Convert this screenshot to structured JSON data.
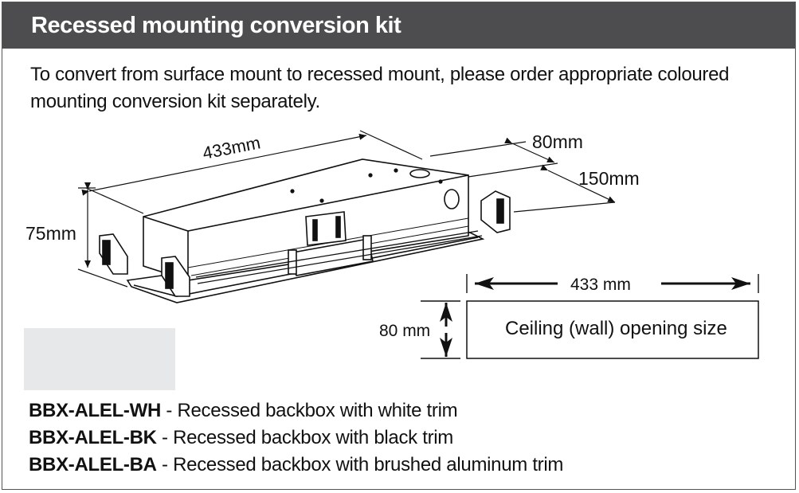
{
  "header": {
    "title": "Recessed mounting conversion kit"
  },
  "intro": {
    "text": "To convert from surface mount to recessed mount, please order appropriate coloured mounting conversion kit separately."
  },
  "diagram": {
    "length_label": "433mm",
    "height_label": "75mm",
    "depth_label": "80mm",
    "width_label": "150mm"
  },
  "opening": {
    "width_label": "433 mm",
    "height_label": "80 mm",
    "caption": "Ceiling (wall) opening size"
  },
  "swatch": {
    "color": "#e6e8ea"
  },
  "kits": [
    {
      "code": "BBX-ALEL-WH",
      "desc": " - Recessed backbox with white trim"
    },
    {
      "code": "BBX-ALEL-BK",
      "desc": " - Recessed backbox with black trim"
    },
    {
      "code": "BBX-ALEL-BA",
      "desc": " - Recessed backbox with brushed aluminum trim"
    }
  ]
}
